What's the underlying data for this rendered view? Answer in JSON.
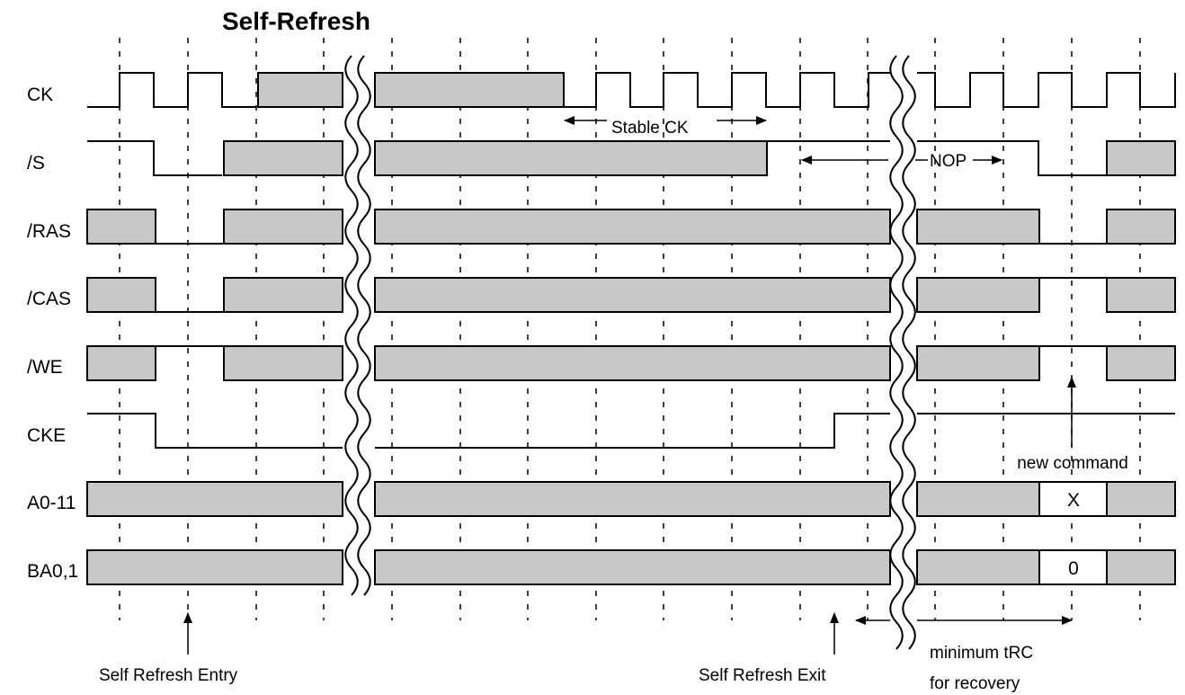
{
  "title": "Self-Refresh",
  "signals": [
    {
      "id": "ck",
      "label": "CK"
    },
    {
      "id": "s",
      "label": "/S"
    },
    {
      "id": "ras",
      "label": "/RAS"
    },
    {
      "id": "cas",
      "label": "/CAS"
    },
    {
      "id": "we",
      "label": "/WE"
    },
    {
      "id": "cke",
      "label": "CKE"
    },
    {
      "id": "a",
      "label": "A0-11"
    },
    {
      "id": "ba",
      "label": "BA0,1"
    }
  ],
  "annotations": {
    "stable_ck": "Stable CK",
    "nop": "NOP",
    "new_command": "new command",
    "entry": "Self Refresh Entry",
    "exit": "Self Refresh Exit",
    "trc_line1": "minimum tRC",
    "trc_line2": "for recovery"
  },
  "values": {
    "addr": "X",
    "bank": "0"
  },
  "colors": {
    "fill": "#c8c8c8",
    "line": "#000000"
  }
}
